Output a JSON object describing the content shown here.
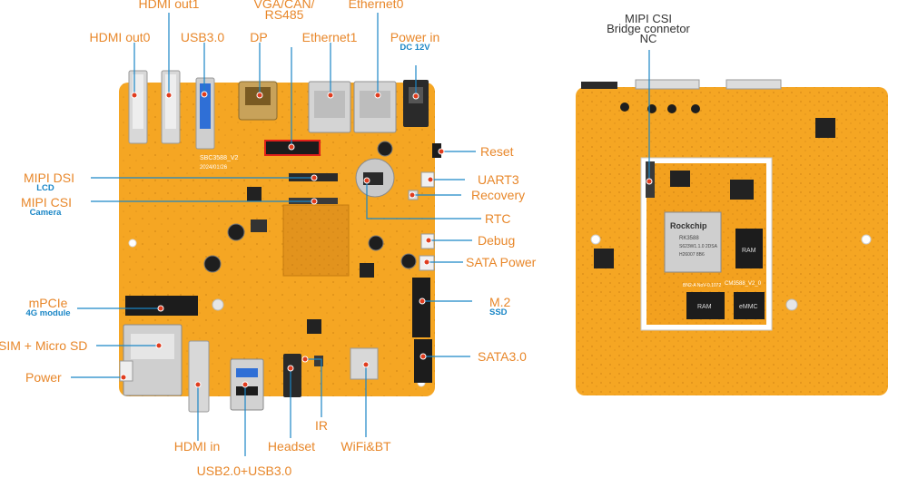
{
  "colors": {
    "board": "#f5a623",
    "board_dark": "#e8941a",
    "label": "#e8872a",
    "sublabel": "#1a86c6",
    "leader": "#1a86c6",
    "pin": "#e03c1e"
  },
  "front_board": {
    "silk_model": "SBC3588_V2",
    "silk_date": "2024/01/26",
    "labels": {
      "hdmi_out1": "HDMI out1",
      "vga_can_rs485_line1": "VGA/CAN/",
      "vga_can_rs485_line2": "RS485",
      "ethernet0": "Ethernet0",
      "hdmi_out0": "HDMI out0",
      "usb30": "USB3.0",
      "dp": "DP",
      "ethernet1": "Ethernet1",
      "power_in": "Power in",
      "power_in_sub": "DC 12V",
      "reset": "Reset",
      "mipi_dsi": "MIPI DSI",
      "mipi_dsi_sub": "LCD",
      "mipi_csi": "MIPI CSI",
      "mipi_csi_sub": "Camera",
      "uart3": "UART3",
      "recovery": "Recovery",
      "rtc": "RTC",
      "debug": "Debug",
      "sata_power": "SATA Power",
      "mpcie": "mPCIe",
      "mpcie_sub": "4G module",
      "m2": "M.2",
      "m2_sub": "SSD",
      "sim_sd": "SIM + Micro SD",
      "sata3": "SATA3.0",
      "power": "Power",
      "ir": "IR",
      "hdmi_in": "HDMI in",
      "headset": "Headset",
      "wifi_bt": "WiFi&BT",
      "usb20_usb30": "USB2.0+USB3.0"
    }
  },
  "back_board": {
    "labels": {
      "mipi_csi_line1": "MIPI CSI",
      "mipi_csi_line2": "Bridge connetor",
      "nc": "NC"
    },
    "soc_brand": "Rockchip",
    "soc_lines": [
      "RK3588",
      "S623W1.1.0 2DSA",
      "H26007 8B6"
    ],
    "core_silk": "CM3588_V2_0",
    "core_silk2": "BN2-A NoV-0.1072",
    "ram_label": "RAM",
    "emmc_label": "eMMC"
  }
}
